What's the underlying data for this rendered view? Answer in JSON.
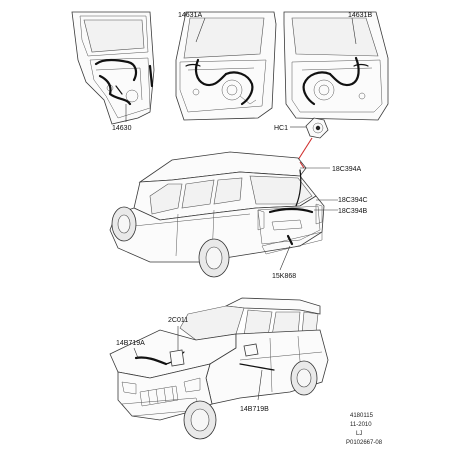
{
  "diagram": {
    "callouts": [
      {
        "id": "c14630",
        "text": "14630"
      },
      {
        "id": "c14631A",
        "text": "14631A"
      },
      {
        "id": "c14631B",
        "text": "14631B"
      },
      {
        "id": "cHC1",
        "text": "HC1"
      },
      {
        "id": "c18C394A",
        "text": "18C394A"
      },
      {
        "id": "c18C394C",
        "text": "18C394C"
      },
      {
        "id": "c18C394B",
        "text": "18C394B"
      },
      {
        "id": "c15K868",
        "text": "15K868"
      },
      {
        "id": "c2C011",
        "text": "2C011"
      },
      {
        "id": "c14B719A",
        "text": "14B719A"
      },
      {
        "id": "c14B719B",
        "text": "14B719B"
      }
    ],
    "stamp": {
      "line1": "4180115",
      "line2": "11-2010",
      "line3": "LJ",
      "line4": "P0102667-08"
    },
    "colors": {
      "highlight": "#d0302f",
      "harness": "#111111"
    }
  }
}
